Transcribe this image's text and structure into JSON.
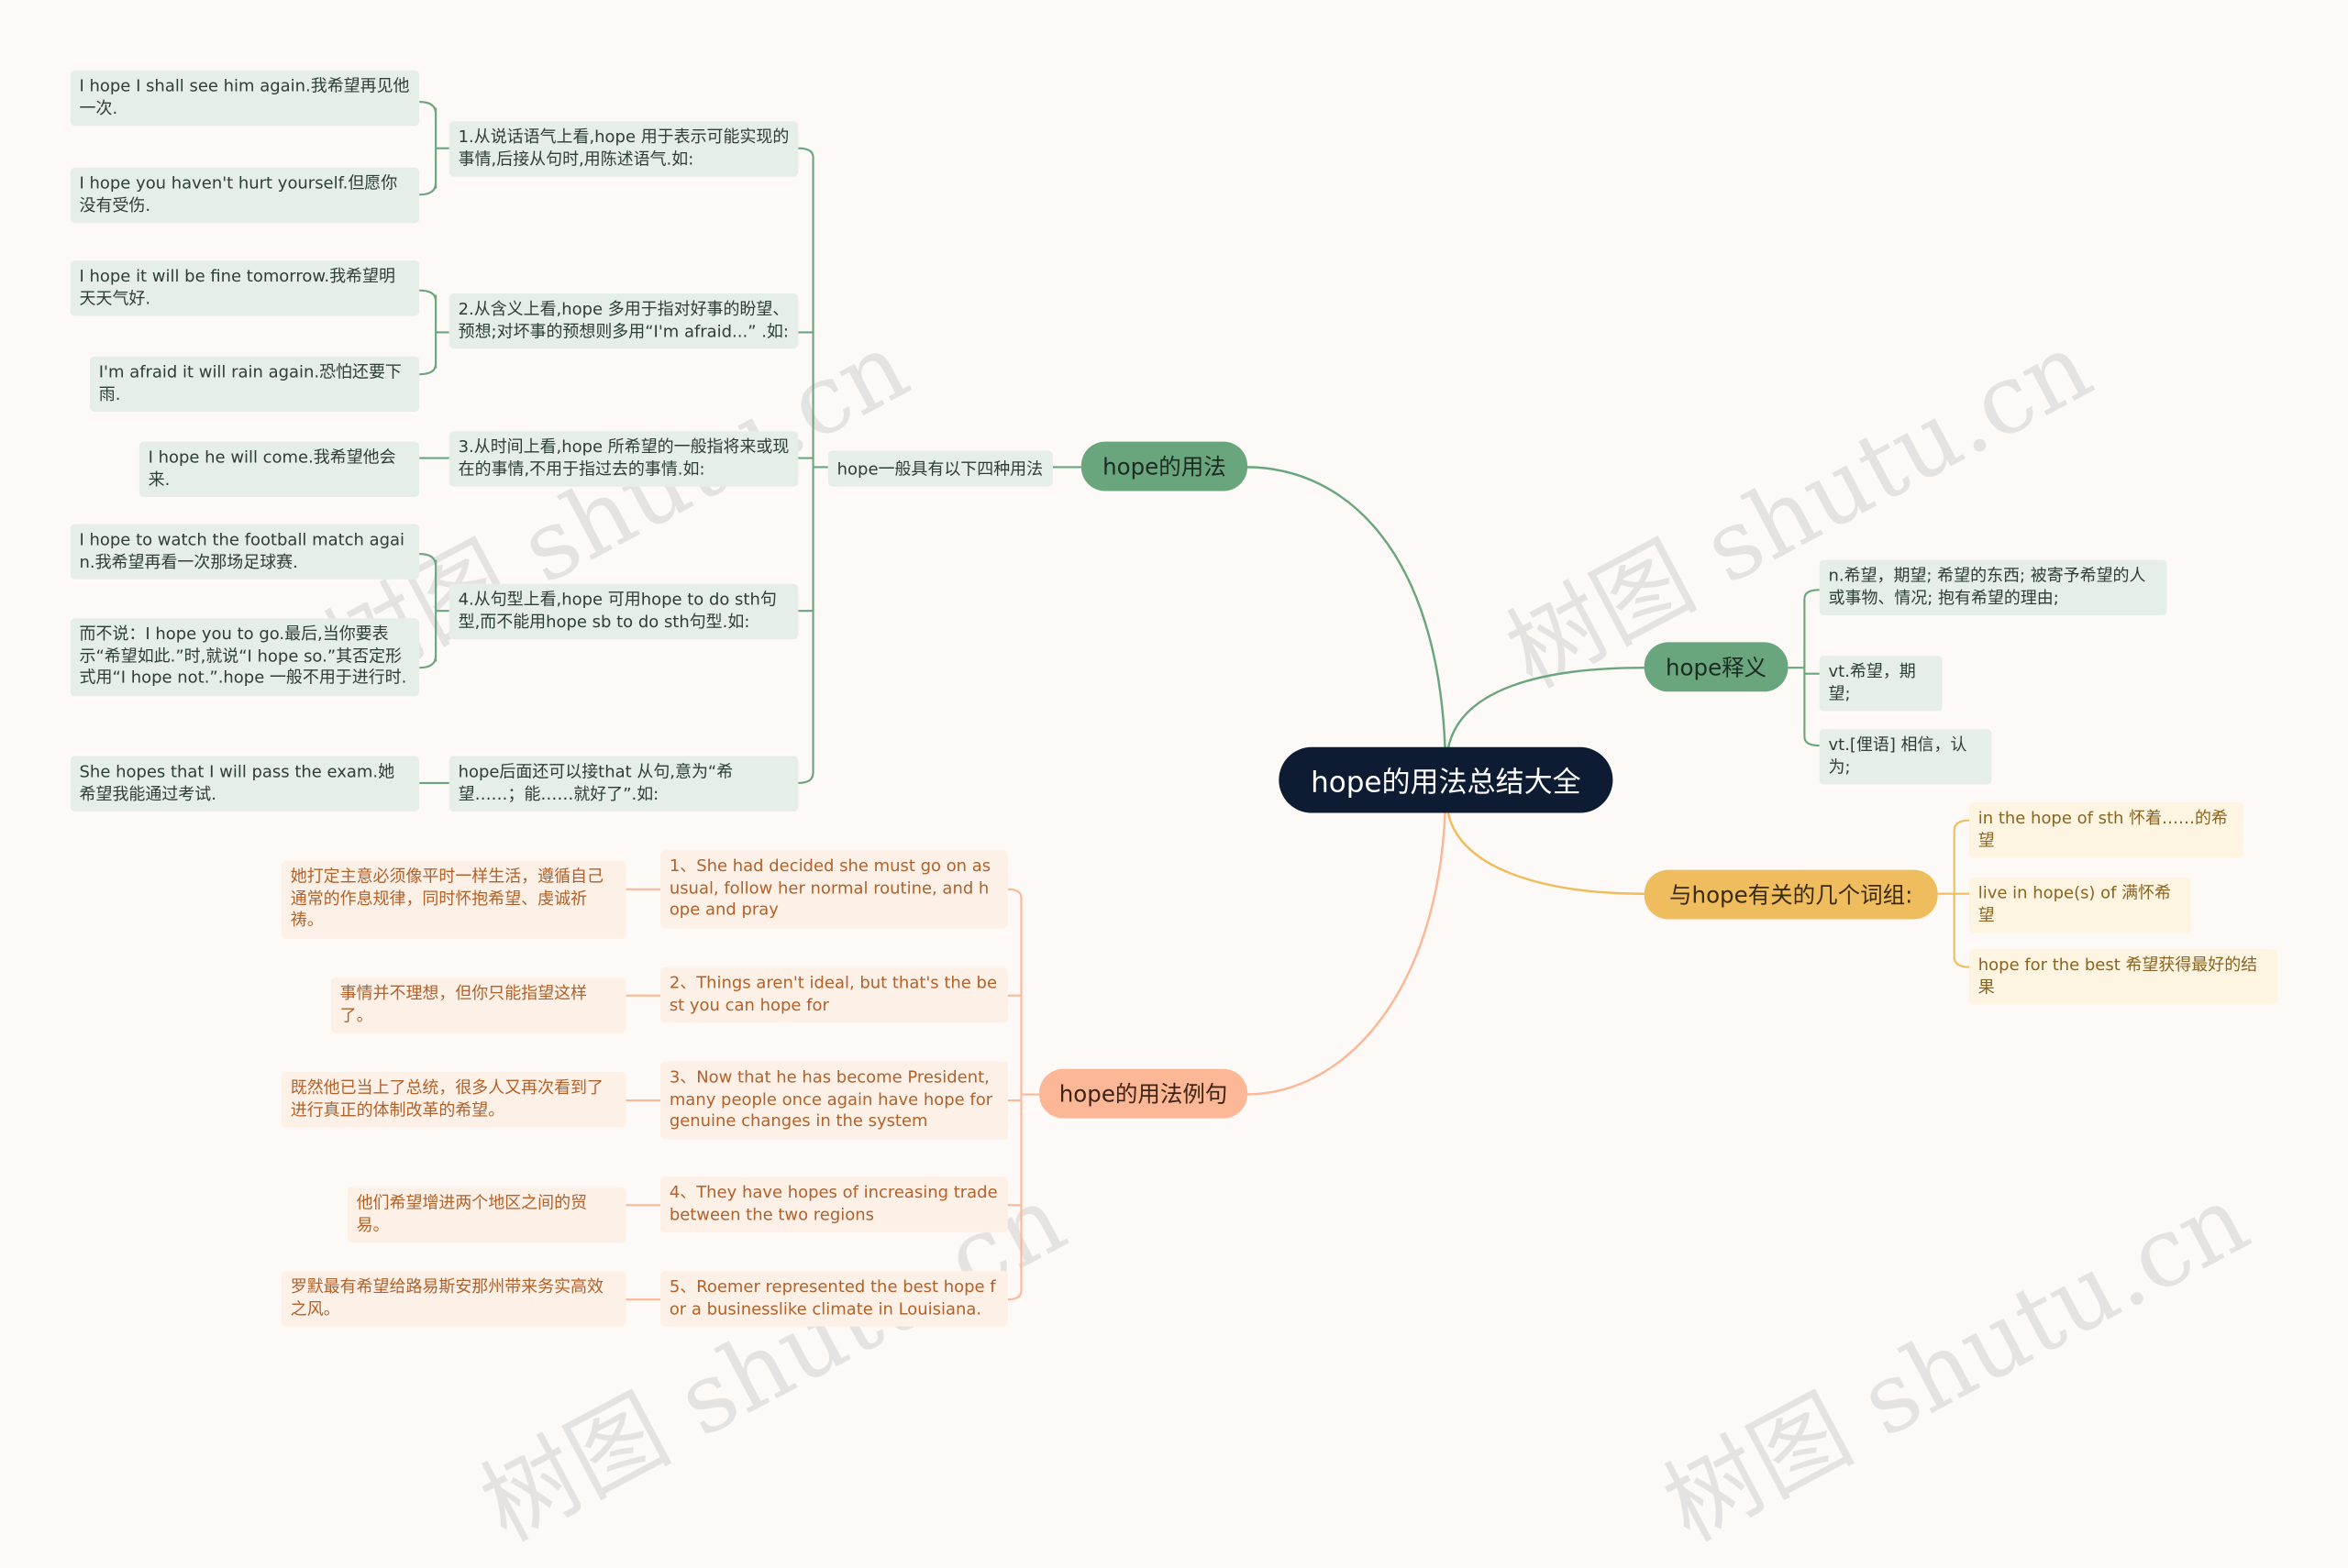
{
  "root": {
    "label": "hope的用法总结大全"
  },
  "branches": {
    "usage": {
      "label": "hope的用法",
      "sub": "hope一般具有以下四种用法",
      "items": [
        {
          "text": "1.从说话语气上看,hope 用于表示可能实现的事情,后接从句时,用陈述语气.如:",
          "examples": [
            "I hope I shall see him again.我希望再见他一次.",
            "I hope you haven't hurt yourself.但愿你没有受伤."
          ]
        },
        {
          "text": "2.从含义上看,hope 多用于指对好事的盼望、预想;对坏事的预想则多用“I'm afraid...” .如:",
          "examples": [
            "I hope it will be fine tomorrow.我希望明天天气好.",
            "I'm afraid it will rain again.恐怕还要下雨."
          ]
        },
        {
          "text": "3.从时间上看,hope 所希望的一般指将来或现在的事情,不用于指过去的事情.如:",
          "examples": [
            "I hope he will come.我希望他会来."
          ]
        },
        {
          "text": "4.从句型上看,hope 可用hope to do sth句型,而不能用hope sb to do sth句型.如:",
          "examples": [
            "I hope to watch the football match again.我希望再看一次那场足球赛.",
            "而不说：I hope you to go.最后,当你要表示“希望如此.”时,就说“I hope so.”其否定形式用“I hope not.”.hope 一般不用于进行时."
          ]
        },
        {
          "text": "hope后面还可以接that 从句,意为“希望……；能……就好了”.如:",
          "examples": [
            "She hopes that I will pass the exam.她希望我能通过考试."
          ]
        }
      ]
    },
    "meaning": {
      "label": "hope释义",
      "items": [
        "n.希望，期望; 希望的东西; 被寄予希望的人或事物、情况; 抱有希望的理由;",
        "vt.希望，期望;",
        "vt.[俚语] 相信，认为;"
      ]
    },
    "phrases": {
      "label": "与hope有关的几个词组:",
      "items": [
        "in the hope of sth 怀着……的希望",
        "live in hope(s) of 满怀希望",
        "hope for the best 希望获得最好的结果"
      ]
    },
    "examples": {
      "label": "hope的用法例句",
      "items": [
        {
          "en": "1、She had decided she must go on as usual, follow her normal routine, and hope and pray",
          "zh": "她打定主意必须像平时一样生活，遵循自己通常的作息规律，同时怀抱希望、虔诚祈祷。"
        },
        {
          "en": "2、Things aren't ideal, but that's the best you can hope for",
          "zh": "事情并不理想，但你只能指望这样了。"
        },
        {
          "en": "3、Now that he has become President, many people once again have hope for genuine changes in the system",
          "zh": "既然他已当上了总统，很多人又再次看到了进行真正的体制改革的希望。"
        },
        {
          "en": "4、They have hopes of increasing trade between the two regions",
          "zh": "他们希望增进两个地区之间的贸易。"
        },
        {
          "en": "5、Roemer represented the best hope for a businesslike climate in Louisiana.",
          "zh": "罗默最有希望给路易斯安那州带来务实高效之风。"
        }
      ]
    }
  },
  "watermarks": [
    "树图 shutu.cn",
    "树图 shutu.cn",
    "树图 shutu.cn",
    "树图 shutu.cn"
  ],
  "colors": {
    "usage": "#6aa67d",
    "meaning": "#6aa67d",
    "phrases": "#f0bd5e",
    "examples": "#fbb796",
    "root": "#0d1b33"
  }
}
